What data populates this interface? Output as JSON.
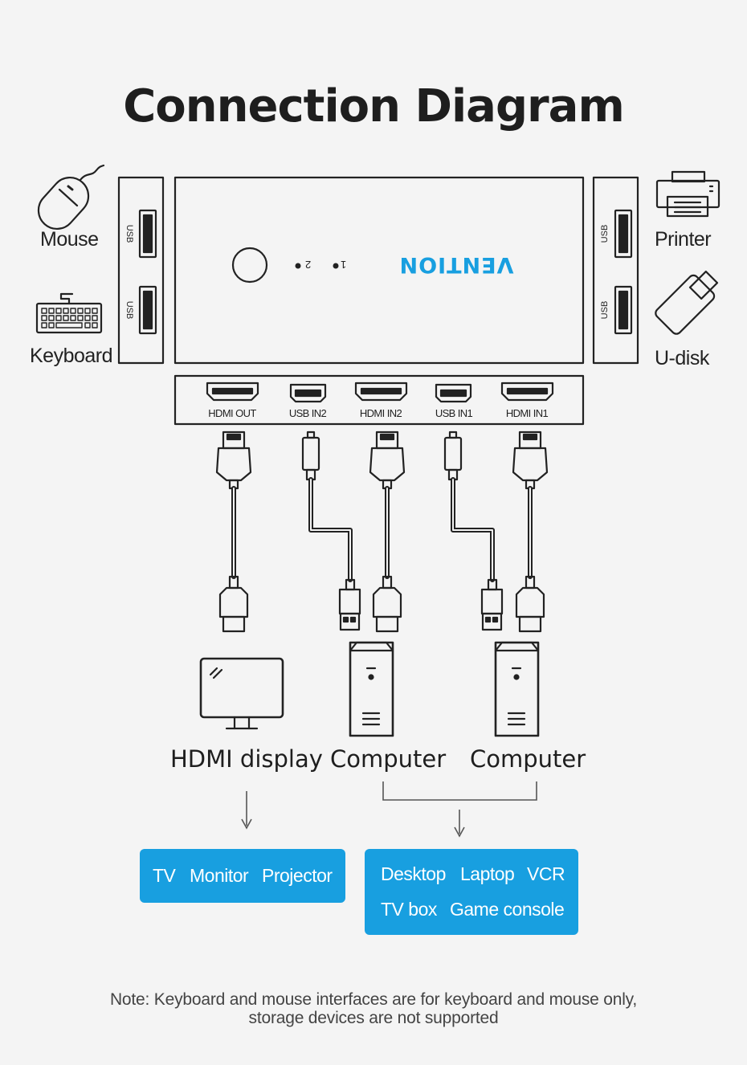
{
  "title": "Connection Diagram",
  "left_devices": {
    "mouse": "Mouse",
    "keyboard": "Keyboard"
  },
  "right_devices": {
    "printer": "Printer",
    "udisk": "U-disk"
  },
  "side_port_label": "USB",
  "front_panel": {
    "led_1": "1",
    "led_2": "2",
    "brand": "VENTION"
  },
  "ports": [
    "HDMI OUT",
    "USB IN2",
    "HDMI IN2",
    "USB IN1",
    "HDMI IN1"
  ],
  "targets": {
    "display": "HDMI display",
    "computer_1": "Computer",
    "computer_2": "Computer"
  },
  "display_box": [
    "TV",
    "Monitor",
    "Projector"
  ],
  "computer_box": [
    "Desktop",
    "Laptop",
    "VCR",
    "TV box",
    "Game console"
  ],
  "note": [
    "Note: Keyboard and mouse interfaces are for keyboard and mouse only,",
    "storage devices are not supported"
  ],
  "colors": {
    "accent": "#189fe0",
    "line": "#222222",
    "background": "#f4f4f4"
  }
}
